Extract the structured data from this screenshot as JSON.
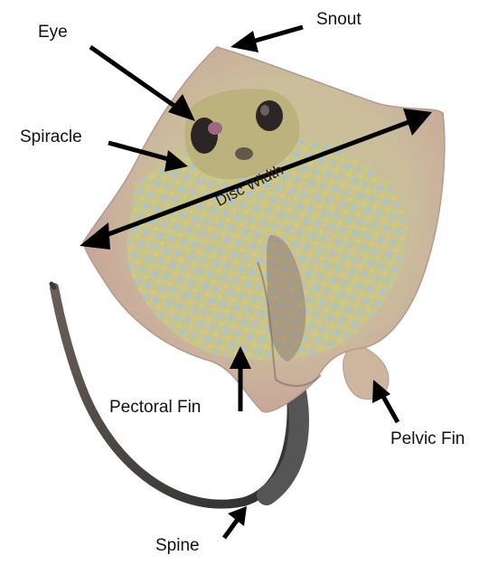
{
  "labels": {
    "snout": "Snout",
    "eye": "Eye",
    "spiracle": "Spiracle",
    "disc_width": "Disc Width",
    "pectoral_fin": "Pectoral Fin",
    "pelvic_fin": "Pelvic Fin",
    "spine": "Spine"
  },
  "colors": {
    "background": "#ffffff",
    "body_skin": "#cbbfa2",
    "body_center": "#c9c58f",
    "spot_blue": "#a9c3cf",
    "spot_yellow": "#d7c97e",
    "fin_edge": "#b58a86",
    "tail_dark": "#4a4a4a",
    "arrow": "#000000"
  }
}
